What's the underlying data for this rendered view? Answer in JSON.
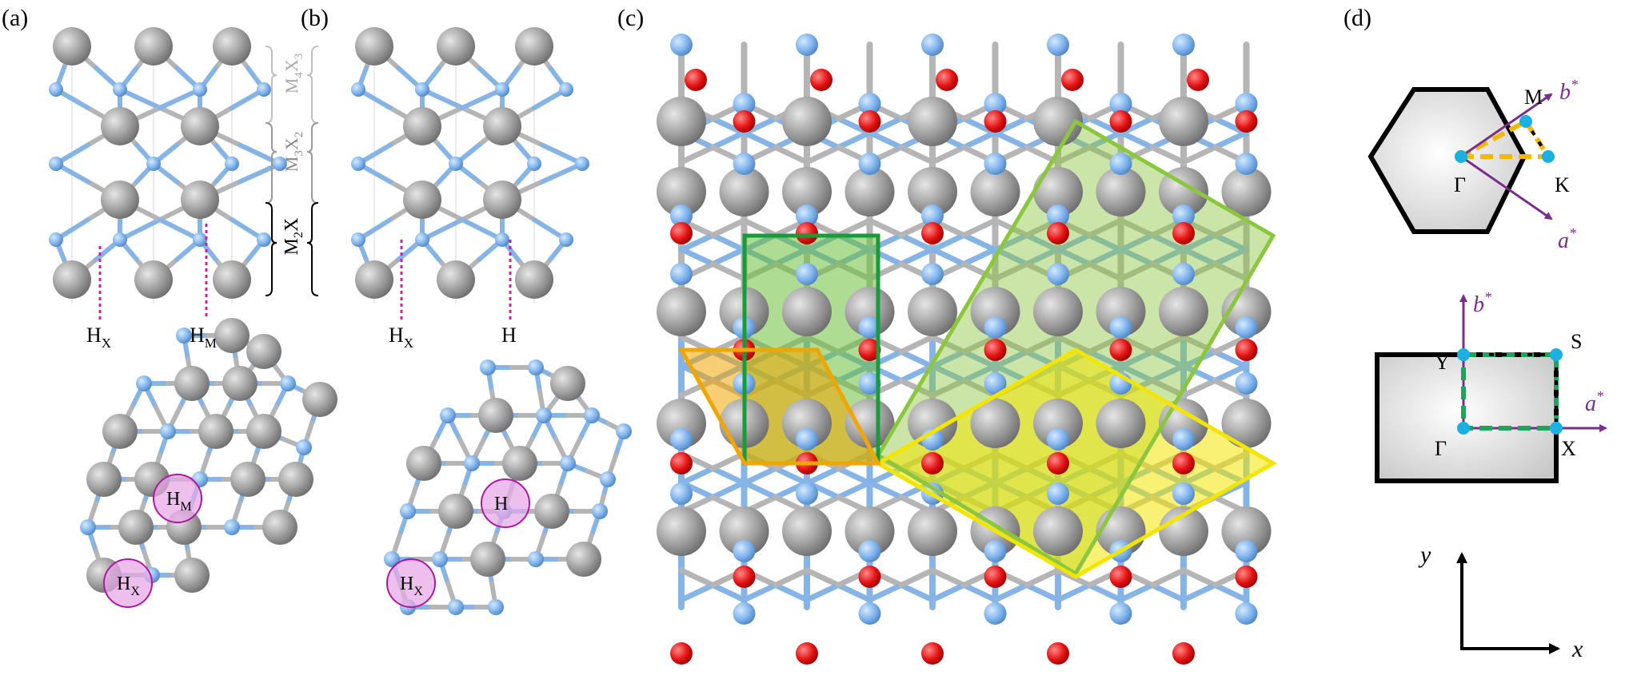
{
  "panels": {
    "a": {
      "label": "(a)",
      "h1": "H",
      "h1_sub": "X",
      "h2": "H",
      "h2_sub": "M",
      "layers": [
        {
          "base": "M",
          "sub1": "4",
          "mid": "X",
          "sub2": "3"
        },
        {
          "base": "M",
          "sub1": "3",
          "mid": "X",
          "sub2": "2"
        },
        {
          "base": "M",
          "sub1": "2",
          "mid": "X",
          "sub2": ""
        }
      ],
      "circ1": "H",
      "circ1_sub": "M",
      "circ2": "H",
      "circ2_sub": "X"
    },
    "b": {
      "label": "(b)",
      "h1": "H",
      "h1_sub": "X",
      "h2": "H",
      "circ1": "H",
      "circ2": "H",
      "circ2_sub": "X"
    },
    "c": {
      "label": "(c)"
    },
    "d": {
      "label": "(d)",
      "hex": {
        "M": "M",
        "K": "K",
        "Gamma": "Γ",
        "a": "a",
        "b": "b",
        "star": "*"
      },
      "rect": {
        "Y": "Y",
        "S": "S",
        "Gamma": "Γ",
        "X": "X",
        "a": "a",
        "b": "b",
        "star": "*"
      },
      "axes": {
        "x": "x",
        "y": "y"
      }
    }
  },
  "colors": {
    "metal": "#9a9a9a",
    "nonmetal": "#7fb0e8",
    "oxygen": "#e01010",
    "hydrogen_marker": "#c71fb3",
    "dark_green": "#1a9a3a",
    "light_green": "#8cc63f",
    "yellow": "#f2e600",
    "orange": "#f0a500",
    "purple": "#7a2e8c",
    "kpoint": "#1ab0e0",
    "path_orange": "#f5b800",
    "path_green": "#21a35a"
  }
}
